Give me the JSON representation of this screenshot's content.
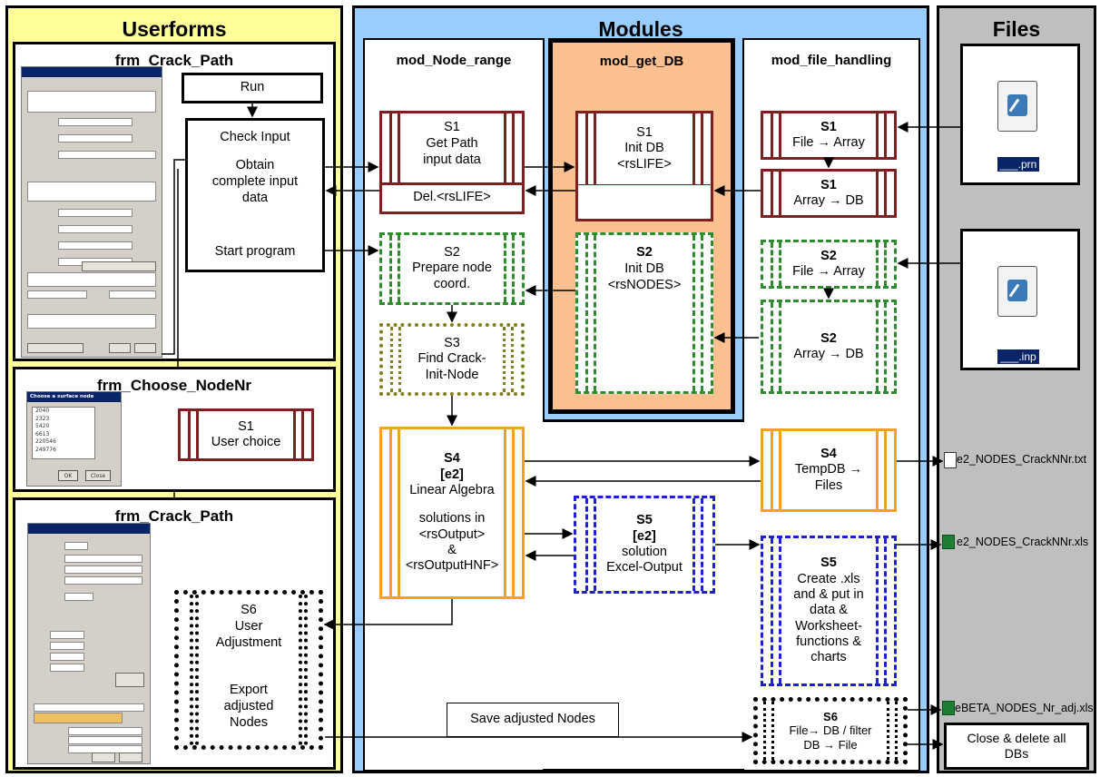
{
  "columns": {
    "userforms": "Userforms",
    "modules": "Modules",
    "files": "Files"
  },
  "userforms": {
    "crack_path_1": "frm_Crack_Path",
    "choose_nodenr": "frm_Choose_NodeNr",
    "crack_path_2": "frm_Crack_Path",
    "run": "Run",
    "main_box": {
      "check_input": "Check Input",
      "obtain_1": "Obtain",
      "obtain_2": "complete input",
      "obtain_3": "data",
      "start": "Start program"
    },
    "s1_choice": {
      "title": "S1",
      "text": "User choice"
    },
    "s6": {
      "title": "S6",
      "line1": "User",
      "line2": "Adjustment",
      "line3": "Export",
      "line4": "adjusted",
      "line5": "Nodes"
    },
    "dialog_choose": {
      "title": "Choose a surface node",
      "nodes": [
        "2040",
        "2323",
        "5420",
        "6613",
        "220546",
        "249776"
      ],
      "ok": "OK",
      "close": "Close"
    }
  },
  "modules": {
    "node_range": {
      "title": "mod_Node_range",
      "s1": {
        "title": "S1",
        "line1": "Get Path",
        "line2": "input data",
        "del": "Del.<rsLIFE>"
      },
      "s2": {
        "title": "S2",
        "line1": "Prepare node",
        "line2": "coord."
      },
      "s3": {
        "title": "S3",
        "line1": "Find Crack-",
        "line2": "Init-Node"
      },
      "s4": {
        "title": "S4",
        "tag": "[e2]",
        "line1": "Linear Algebra",
        "line2": "solutions in",
        "line3": "<rsOutput>",
        "line4": "&",
        "line5": "<rsOutputHNF>"
      },
      "save": "Save adjusted Nodes"
    },
    "get_db": {
      "title": "mod_get_DB",
      "s1": {
        "title": "S1",
        "line1": "Init DB",
        "line2": "<rsLIFE>"
      },
      "s2": {
        "title": "S2",
        "line1": "Init DB",
        "line2": "<rsNODES>"
      },
      "s5": {
        "title": "S5",
        "tag": "[e2]",
        "line1": "solution",
        "line2": "Excel-Output"
      }
    },
    "file_handling": {
      "title": "mod_file_handling",
      "s1a": {
        "title": "S1",
        "line1": "File → Array"
      },
      "s1b": {
        "title": "S1",
        "line1": "Array → DB"
      },
      "s2a": {
        "title": "S2",
        "line1": "File → Array"
      },
      "s2b": {
        "title": "S2",
        "line1": "Array → DB"
      },
      "s4": {
        "title": "S4",
        "line1": "TempDB →",
        "line2": "Files"
      },
      "s5": {
        "title": "S5",
        "line1": "Create .xls",
        "line2": "and & put in",
        "line3": "data &",
        "line4": "Worksheet-",
        "line5": "functions &",
        "line6": "charts"
      },
      "s6": {
        "title": "S6",
        "line1": "File→ DB / filter",
        "line2": "DB → File"
      }
    }
  },
  "files": {
    "prn": "___.prn",
    "inp": "___.inp",
    "txt": "e2_NODES_CrackNNr.txt",
    "xls1": "e2_NODES_CrackNNr.xls",
    "xls2": "eBETA_NODES_Nr_adj.xls",
    "close": {
      "line1": "Close & delete all",
      "line2": "DBs"
    }
  },
  "colors": {
    "userforms_bg": "#ffff99",
    "modules_bg": "#99ccff",
    "files_bg": "#bfbfbf",
    "get_db_bg": "#fac090",
    "dark_red": "#7f1f1f",
    "green": "#2e8b2e",
    "olive": "#7f7f1f",
    "orange": "#f4a21c",
    "blue": "#1f1fd6"
  }
}
